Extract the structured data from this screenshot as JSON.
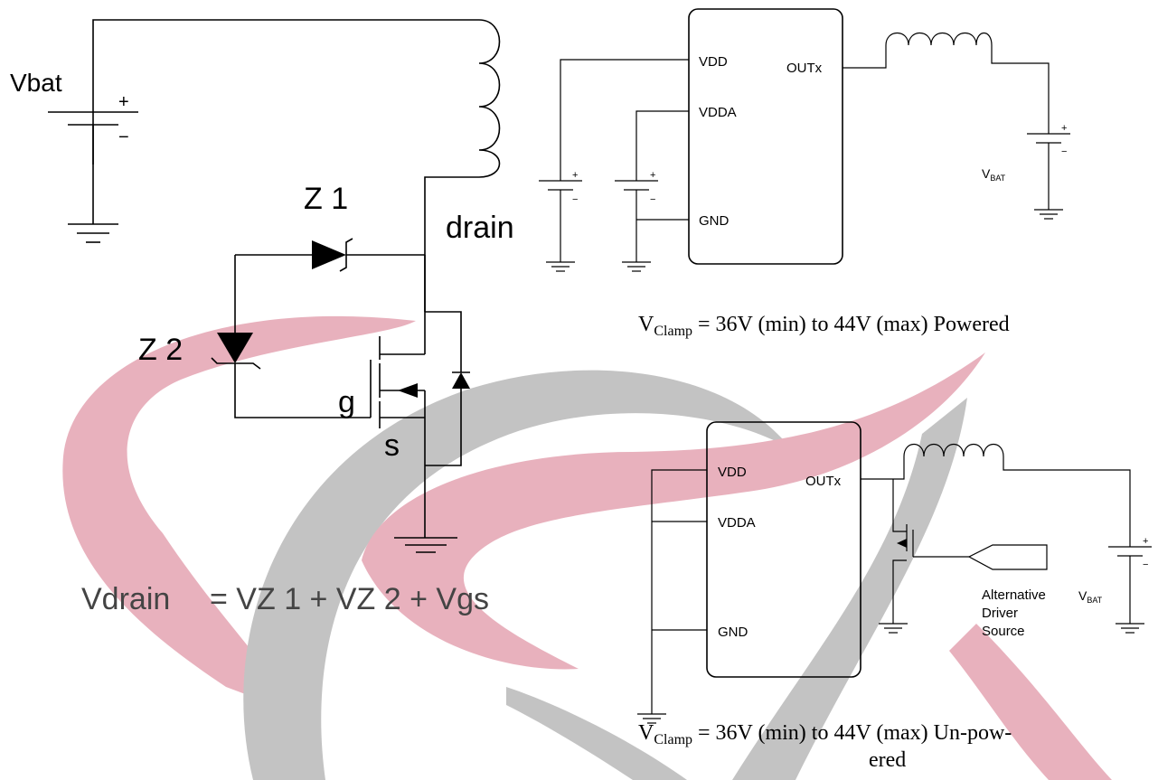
{
  "left_circuit": {
    "vbat_label": "Vbat",
    "z1_label": "Z 1",
    "z2_label": "Z 2",
    "drain_label": "drain",
    "g_label": "g",
    "s_label": "s",
    "plus_sign": "+",
    "minus_sign": "−"
  },
  "equation": {
    "lhs": "Vdrain",
    "rhs": "= VZ 1 + VZ 2 + Vgs"
  },
  "powered_circuit": {
    "vdd_pin": "VDD",
    "vdda_pin": "VDDA",
    "gnd_pin": "GND",
    "out_pin": "OUTx",
    "vbat_main": "V",
    "vbat_sub": "BAT",
    "clamp_v": "V",
    "clamp_sub": "Clamp",
    "clamp_text": " = 36V (min) to 44V (max) Powered"
  },
  "unpowered_circuit": {
    "vdd_pin": "VDD",
    "vdda_pin": "VDDA",
    "gnd_pin": "GND",
    "out_pin": "OUTx",
    "vbat_main": "V",
    "vbat_sub": "BAT",
    "driver_line1": "Alternative",
    "driver_line2": "Driver",
    "driver_line3": "Source",
    "clamp_v": "V",
    "clamp_sub": "Clamp",
    "clamp_text_line1": " = 36V (min) to 44V (max) Un-pow-",
    "clamp_text_line2": "ered"
  },
  "colors": {
    "watermark_red": "#e6a9b6",
    "watermark_gray": "#bdbdbd",
    "wire": "#000000"
  }
}
